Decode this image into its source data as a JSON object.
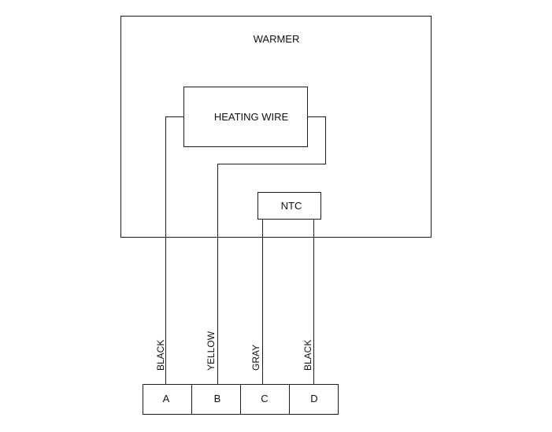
{
  "diagram": {
    "warmer_label": "WARMER",
    "heating_wire_label": "HEATING WIRE",
    "ntc_label": "NTC",
    "wires": [
      {
        "label": "BLACK",
        "terminal": "A"
      },
      {
        "label": "YELLOW",
        "terminal": "B"
      },
      {
        "label": "GRAY",
        "terminal": "C"
      },
      {
        "label": "BLACK",
        "terminal": "D"
      }
    ],
    "terminals": [
      "A",
      "B",
      "C",
      "D"
    ]
  }
}
